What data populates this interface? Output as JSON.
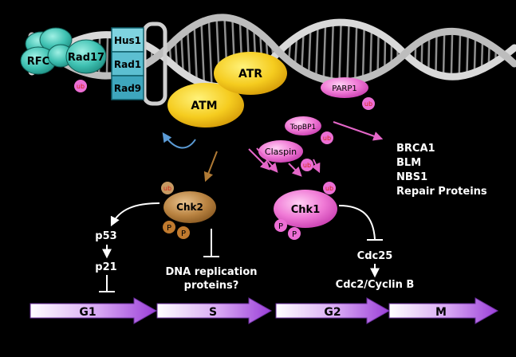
{
  "complex_9_1_1": {
    "hus1": "Hus1",
    "rad1": "Rad1",
    "rad9": "Rad9"
  },
  "clamp_loader": {
    "rfc": "RFC",
    "rad17": "Rad17",
    "rad17_ub": "ub"
  },
  "kinases": {
    "atr": "ATR",
    "atm": "ATM"
  },
  "parp1": {
    "label": "PARP1",
    "ub": "ub"
  },
  "topbp1": {
    "label": "TopBP1",
    "ub": "ub"
  },
  "claspin": {
    "label": "Claspin",
    "ub": "ub"
  },
  "chk1": {
    "label": "Chk1",
    "ub": "ub",
    "p1": "P",
    "p2": "P"
  },
  "chk2": {
    "label": "Chk2",
    "ub": "ub",
    "p1": "P",
    "p2": "P"
  },
  "repair_targets": [
    "BRCA1",
    "BLM",
    "NBS1",
    "Repair Proteins"
  ],
  "g1_pathway": {
    "p53": "p53",
    "p21": "p21"
  },
  "s_pathway": {
    "line1": "DNA replication",
    "line2": "proteins?"
  },
  "m_pathway": {
    "cdc25": "Cdc25",
    "cdc2": "Cdc2/Cyclin B"
  },
  "phases": [
    "G1",
    "S",
    "G2",
    "M"
  ],
  "colors": {
    "background": "#000000",
    "dna_strand": "#d0d0d0",
    "clamp_teal": "#3fc1b2",
    "atr_atm_yellow": "#f2c81c",
    "pink_proteins": "#ec6ed4",
    "chk2_brown": "#b07a35",
    "ub_red": "#e0402a",
    "arrow_pink": "#e466c8",
    "arrow_blue": "#5b9bd5",
    "arrow_brown": "#b07a35",
    "phase_purple": "#a64fe0"
  }
}
